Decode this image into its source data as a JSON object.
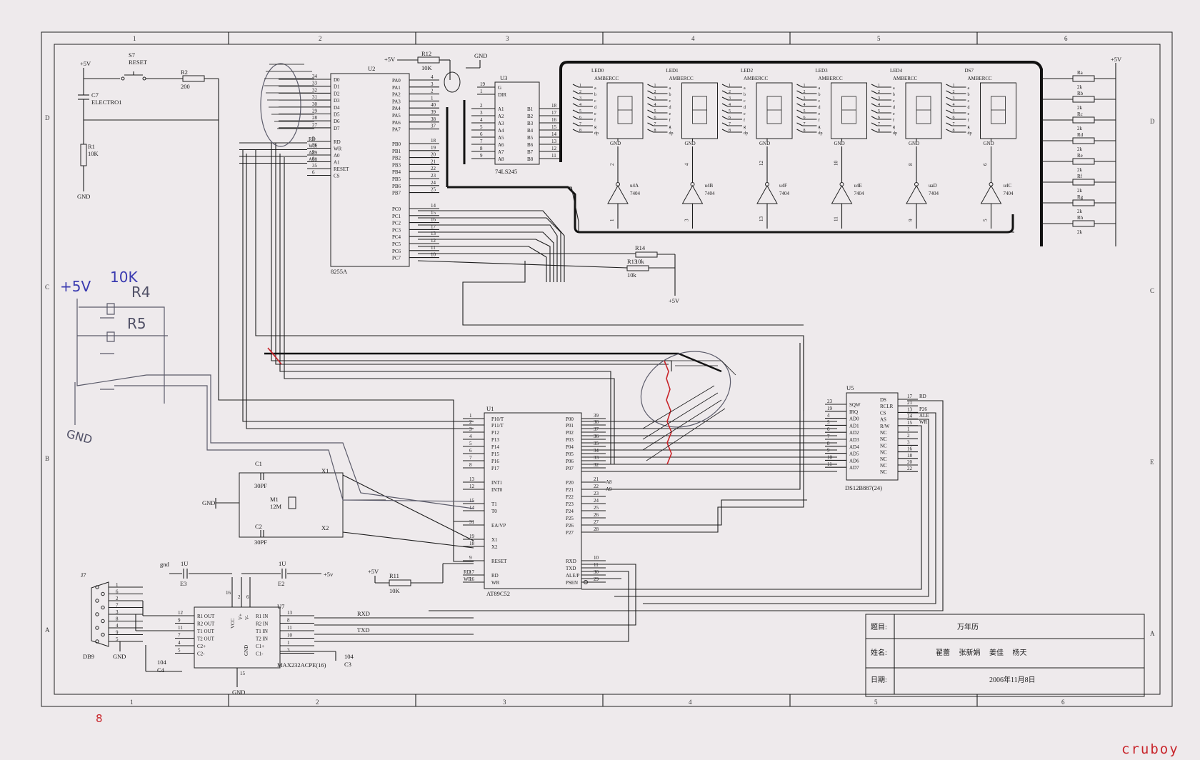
{
  "border": {
    "columns": [
      "1",
      "2",
      "3",
      "4",
      "5",
      "6"
    ],
    "rows": [
      "D",
      "C",
      "B",
      "A"
    ],
    "right_rows": [
      "D",
      "C",
      "E",
      "A"
    ]
  },
  "title_block": {
    "title_label": "题目:",
    "title": "万年历",
    "name_label": "姓名:",
    "names": "翟蕾  张新娟  姜佳  杨天",
    "date_label": "日期:",
    "date": "2006年11月8日"
  },
  "watermark": "cruboy",
  "handwritten": {
    "supply": "+5V",
    "value": "10K",
    "r4": "R4",
    "r5": "R5",
    "gnd": "GND",
    "page": "8"
  },
  "reset_circuit": {
    "supply": "+5V",
    "switch_ref": "S7",
    "switch_name": "RESET",
    "r2_ref": "R2",
    "r2_val": "200",
    "cap_ref": "C7",
    "cap_name": "ELECTRO1",
    "r1_ref": "R1",
    "r1_val": "10K",
    "gnd": "GND"
  },
  "u2": {
    "ref": "U2",
    "name": "8255A",
    "left_pins": [
      {
        "num": "34",
        "name": "D0"
      },
      {
        "num": "33",
        "name": "D1"
      },
      {
        "num": "32",
        "name": "D2"
      },
      {
        "num": "31",
        "name": "D3"
      },
      {
        "num": "30",
        "name": "D4"
      },
      {
        "num": "29",
        "name": "D5"
      },
      {
        "num": "28",
        "name": "D6"
      },
      {
        "num": "27",
        "name": "D7"
      },
      {
        "num": "5",
        "name": "RD"
      },
      {
        "num": "36",
        "name": "WR"
      },
      {
        "num": "9",
        "name": "A0"
      },
      {
        "num": "8",
        "name": "A1"
      },
      {
        "num": "35",
        "name": "RESET"
      },
      {
        "num": "6",
        "name": "CS"
      }
    ],
    "left_nets": [
      "RD",
      "WR",
      "A89",
      "A98"
    ],
    "right_pins": [
      {
        "num": "4",
        "name": "PA0"
      },
      {
        "num": "3",
        "name": "PA1"
      },
      {
        "num": "2",
        "name": "PA2"
      },
      {
        "num": "1",
        "name": "PA3"
      },
      {
        "num": "40",
        "name": "PA4"
      },
      {
        "num": "39",
        "name": "PA5"
      },
      {
        "num": "38",
        "name": "PA6"
      },
      {
        "num": "37",
        "name": "PA7"
      },
      {
        "num": "18",
        "name": "PB0"
      },
      {
        "num": "19",
        "name": "PB1"
      },
      {
        "num": "20",
        "name": "PB2"
      },
      {
        "num": "21",
        "name": "PB3"
      },
      {
        "num": "22",
        "name": "PB4"
      },
      {
        "num": "23",
        "name": "PB5"
      },
      {
        "num": "24",
        "name": "PB6"
      },
      {
        "num": "25",
        "name": "PB7"
      },
      {
        "num": "14",
        "name": "PC0"
      },
      {
        "num": "15",
        "name": "PC1"
      },
      {
        "num": "16",
        "name": "PC2"
      },
      {
        "num": "17",
        "name": "PC3"
      },
      {
        "num": "13",
        "name": "PC4"
      },
      {
        "num": "12",
        "name": "PC5"
      },
      {
        "num": "11",
        "name": "PC6"
      },
      {
        "num": "10",
        "name": "PC7"
      }
    ]
  },
  "r12": {
    "supply": "+5V",
    "ref": "R12",
    "val": "10K",
    "gnd": "GND"
  },
  "u3": {
    "ref": "U3",
    "name": "74LS245",
    "ctrl": [
      {
        "num": "19",
        "name": "G"
      },
      {
        "num": "1",
        "name": "DIR"
      }
    ],
    "a_pins": [
      {
        "num": "2",
        "name": "A1"
      },
      {
        "num": "3",
        "name": "A2"
      },
      {
        "num": "4",
        "name": "A3"
      },
      {
        "num": "5",
        "name": "A4"
      },
      {
        "num": "6",
        "name": "A5"
      },
      {
        "num": "7",
        "name": "A6"
      },
      {
        "num": "8",
        "name": "A7"
      },
      {
        "num": "9",
        "name": "A8"
      }
    ],
    "b_pins": [
      {
        "num": "18",
        "name": "B1"
      },
      {
        "num": "17",
        "name": "B2"
      },
      {
        "num": "16",
        "name": "B3"
      },
      {
        "num": "15",
        "name": "B4"
      },
      {
        "num": "14",
        "name": "B5"
      },
      {
        "num": "13",
        "name": "B6"
      },
      {
        "num": "12",
        "name": "B7"
      },
      {
        "num": "11",
        "name": "B8"
      }
    ]
  },
  "displays": {
    "segments": [
      "a",
      "b",
      "c",
      "d",
      "e",
      "f",
      "g",
      "dp"
    ],
    "gnd": "GND",
    "items": [
      {
        "ref": "LED0",
        "name": "AMBERCC",
        "inv": "u4A",
        "type": "7404",
        "pin_in": "1",
        "pin_out": "2"
      },
      {
        "ref": "LED1",
        "name": "AMBERCC",
        "inv": "u4B",
        "type": "7404",
        "pin_in": "3",
        "pin_out": "4"
      },
      {
        "ref": "LED2",
        "name": "AMBERCC",
        "inv": "u4F",
        "type": "7404",
        "pin_in": "13",
        "pin_out": "12"
      },
      {
        "ref": "LED3",
        "name": "AMBERCC",
        "inv": "u4E",
        "type": "7404",
        "pin_in": "11",
        "pin_out": "10"
      },
      {
        "ref": "LED4",
        "name": "AMBERCC",
        "inv": "uaD",
        "type": "7404",
        "pin_in": "9",
        "pin_out": "8"
      },
      {
        "ref": "DS7",
        "name": "AMBERCC",
        "inv": "u4C",
        "type": "7404",
        "pin_in": "5",
        "pin_out": "6"
      }
    ]
  },
  "pullups": {
    "supply": "+5V",
    "items": [
      {
        "ref": "Ra",
        "val": "2k"
      },
      {
        "ref": "Rb",
        "val": "2k"
      },
      {
        "ref": "Rc",
        "val": "2k"
      },
      {
        "ref": "Rd",
        "val": "2k"
      },
      {
        "ref": "Re",
        "val": "2k"
      },
      {
        "ref": "Rf",
        "val": "2k"
      },
      {
        "ref": "Rg",
        "val": "2k"
      },
      {
        "ref": "Rh",
        "val": "2k"
      }
    ]
  },
  "r13_r14": {
    "r14_ref": "R14",
    "r14_val": "10k",
    "r13_ref": "R13",
    "r13_val": "10k",
    "supply": "+5V"
  },
  "u1": {
    "ref": "U1",
    "name": "AT89C52",
    "left_pins": [
      {
        "num": "1",
        "name": "P10/T"
      },
      {
        "num": "2",
        "name": "P11/T"
      },
      {
        "num": "3",
        "name": "P12"
      },
      {
        "num": "4",
        "name": "P13"
      },
      {
        "num": "5",
        "name": "P14"
      },
      {
        "num": "6",
        "name": "P15"
      },
      {
        "num": "7",
        "name": "P16"
      },
      {
        "num": "8",
        "name": "P17"
      },
      {
        "num": "13",
        "name": "INT1"
      },
      {
        "num": "12",
        "name": "INT0"
      },
      {
        "num": "15",
        "name": "T1"
      },
      {
        "num": "14",
        "name": "T0"
      },
      {
        "num": "31",
        "name": "EA/VP"
      },
      {
        "num": "19",
        "name": "X1"
      },
      {
        "num": "18",
        "name": "X2"
      },
      {
        "num": "9",
        "name": "RESET"
      },
      {
        "num": "17",
        "name": "RD"
      },
      {
        "num": "16",
        "name": "WR"
      }
    ],
    "left_nets": [
      "RD",
      "WR"
    ],
    "right_pins": [
      {
        "num": "39",
        "name": "P00"
      },
      {
        "num": "38",
        "name": "P01"
      },
      {
        "num": "37",
        "name": "P02"
      },
      {
        "num": "36",
        "name": "P03"
      },
      {
        "num": "35",
        "name": "P04"
      },
      {
        "num": "34",
        "name": "P05"
      },
      {
        "num": "33",
        "name": "P06"
      },
      {
        "num": "32",
        "name": "P07"
      },
      {
        "num": "21",
        "name": "P20"
      },
      {
        "num": "22",
        "name": "P21"
      },
      {
        "num": "23",
        "name": "P22"
      },
      {
        "num": "24",
        "name": "P23"
      },
      {
        "num": "25",
        "name": "P24"
      },
      {
        "num": "26",
        "name": "P25"
      },
      {
        "num": "27",
        "name": "P26"
      },
      {
        "num": "28",
        "name": "P27"
      },
      {
        "num": "10",
        "name": "RXD"
      },
      {
        "num": "11",
        "name": "TXD"
      },
      {
        "num": "30",
        "name": "ALE/P"
      },
      {
        "num": "29",
        "name": "PSEN"
      }
    ],
    "right_nets": [
      "A8",
      "A9"
    ]
  },
  "r11": {
    "supply": "+5V",
    "ref": "R11",
    "val": "10K"
  },
  "crystal": {
    "c1_ref": "C1",
    "c1_val": "30PF",
    "c2_ref": "C2",
    "c2_val": "30PF",
    "m_ref": "M1",
    "m_val": "12M",
    "x1": "X1",
    "x2": "X2",
    "gnd": "GND"
  },
  "u5": {
    "ref": "U5",
    "name": "DS12B887(24)",
    "left_pins": [
      {
        "num": "23",
        "name": "SQW"
      },
      {
        "num": "19",
        "name": "IRQ"
      },
      {
        "num": "4",
        "name": "AD0"
      },
      {
        "num": "5",
        "name": "AD1"
      },
      {
        "num": "6",
        "name": "AD2"
      },
      {
        "num": "7",
        "name": "AD3"
      },
      {
        "num": "8",
        "name": "AD4"
      },
      {
        "num": "9",
        "name": "AD5"
      },
      {
        "num": "10",
        "name": "AD6"
      },
      {
        "num": "11",
        "name": "AD7"
      }
    ],
    "right_pins": [
      {
        "num": "17",
        "name": "DS"
      },
      {
        "num": "21",
        "name": "RCLR"
      },
      {
        "num": "13",
        "name": "CS"
      },
      {
        "num": "14",
        "name": "AS"
      },
      {
        "num": "15",
        "name": "R/W"
      },
      {
        "num": "1",
        "name": "NC"
      },
      {
        "num": "2",
        "name": "NC"
      },
      {
        "num": "3",
        "name": "NC"
      },
      {
        "num": "16",
        "name": "NC"
      },
      {
        "num": "18",
        "name": "NC"
      },
      {
        "num": "20",
        "name": "NC"
      },
      {
        "num": "22",
        "name": "NC"
      }
    ],
    "nets": [
      {
        "pin": "17",
        "name": "RD"
      },
      {
        "pin": "13",
        "name": "P26"
      },
      {
        "pin": "14",
        "name": "ALE"
      },
      {
        "pin": "15",
        "name": "WR"
      }
    ]
  },
  "u7": {
    "ref": "U7",
    "name": "MAX232ACPE(16)",
    "left_pins": [
      {
        "num": "12",
        "name": "R1 OUT"
      },
      {
        "num": "9",
        "name": "R2 OUT"
      },
      {
        "num": "11",
        "name": "T1 OUT"
      },
      {
        "num": "7",
        "name": "T2 OUT"
      },
      {
        "num": "4",
        "name": "C2+"
      },
      {
        "num": "5",
        "name": "C2-"
      }
    ],
    "right_pins": [
      {
        "num": "13",
        "name": "R1 IN"
      },
      {
        "num": "8",
        "name": "R2 IN"
      },
      {
        "num": "11",
        "name": "T1 IN"
      },
      {
        "num": "10",
        "name": "T2 IN"
      },
      {
        "num": "1",
        "name": "C1+"
      },
      {
        "num": "3",
        "name": "C1-"
      }
    ],
    "vcc": "VCC",
    "vplus": "V+",
    "vminus": "V-",
    "gnd": "GND",
    "pin16": "16",
    "pin2": "2",
    "pin6": "6",
    "pin15": "15",
    "rxd": "RXD",
    "txd": "TXD"
  },
  "caps_serial": {
    "e3_ref": "E3",
    "e3_val": "1U",
    "e3_net": "gnd",
    "e2_ref": "E2",
    "e2_val": "1U",
    "e2_net": "+5v",
    "c4_ref": "C4",
    "c4_val": "104",
    "c3_ref": "C3",
    "c3_val": "104"
  },
  "j7": {
    "ref": "J7",
    "name": "DB9",
    "gnd": "GND",
    "pins": [
      "1",
      "6",
      "2",
      "7",
      "3",
      "8",
      "4",
      "9",
      "5"
    ]
  }
}
